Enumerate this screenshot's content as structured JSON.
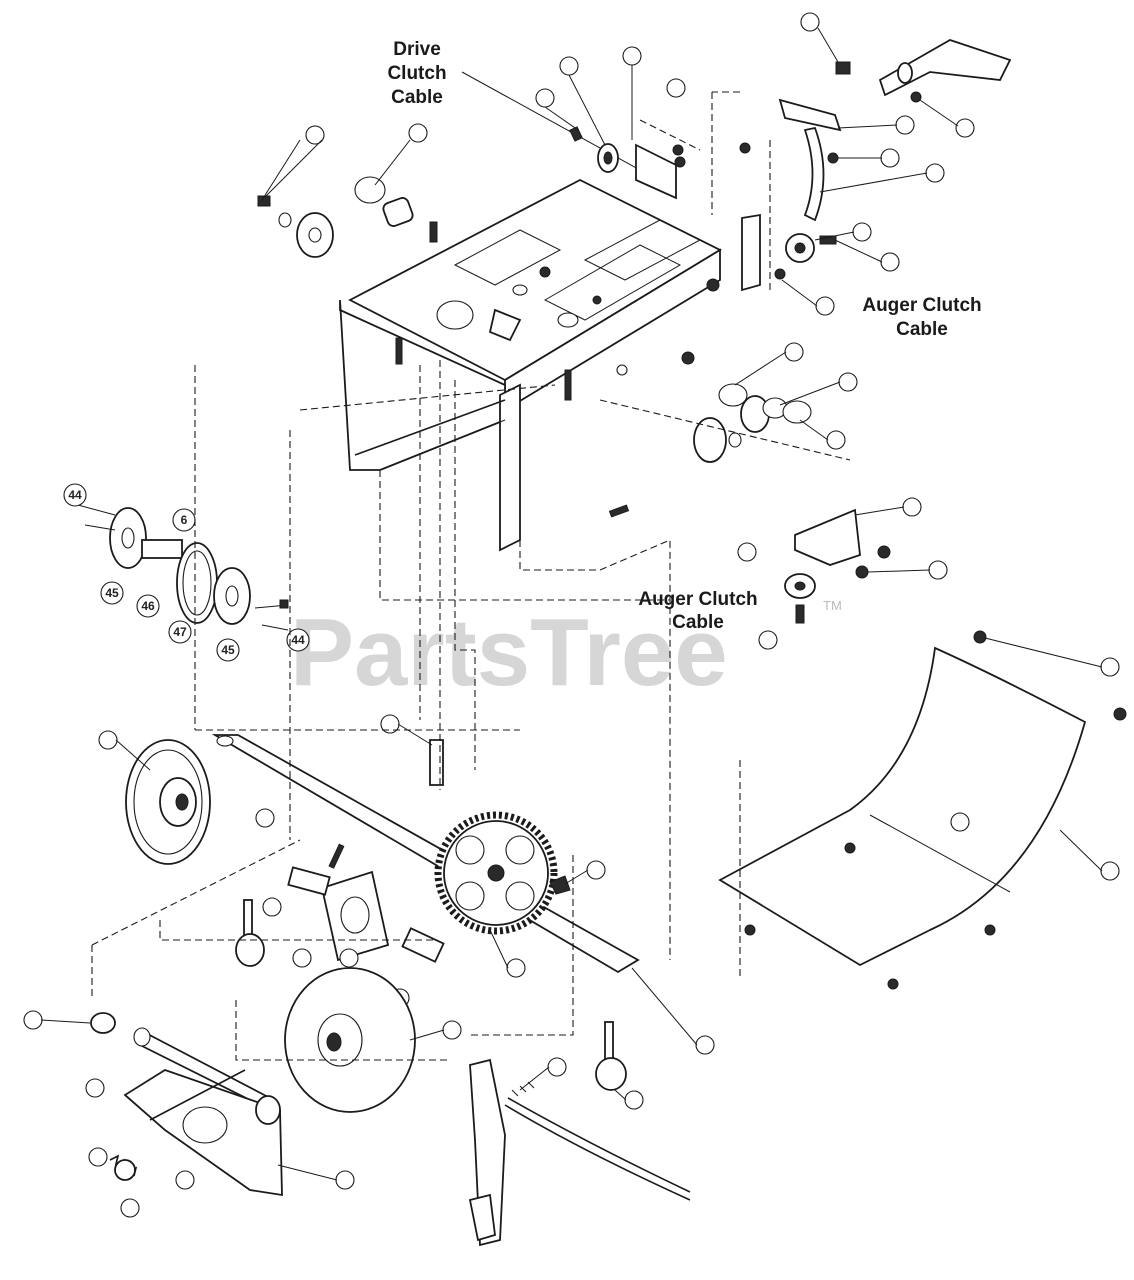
{
  "watermark": {
    "brand": "PartsTree",
    "trademark": "TM"
  },
  "callouts": {
    "drive_clutch_cable": [
      "Drive",
      "Clutch",
      "Cable"
    ],
    "auger_clutch_cable_right": [
      "Auger Clutch",
      "Cable"
    ],
    "auger_clutch_cable_center": [
      "Auger Clutch",
      "Cable"
    ]
  },
  "part_numbers": {
    "n44_top": "44",
    "n6": "6",
    "n45_left": "45",
    "n46": "46",
    "n47": "47",
    "n45_bottom": "45",
    "n44_bottom": "44"
  }
}
